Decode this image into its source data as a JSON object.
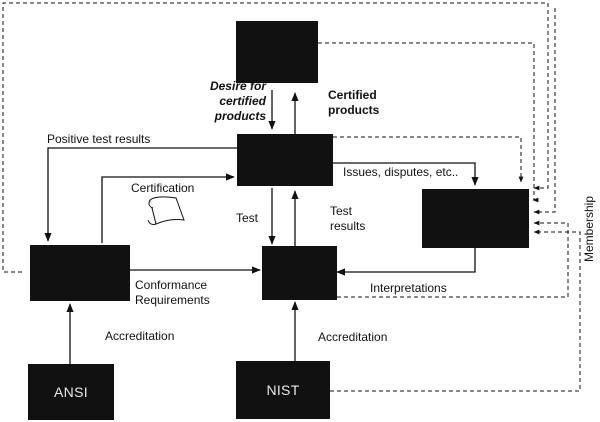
{
  "boxes": {
    "top": "",
    "vendors": "",
    "cert_board": "",
    "cert_body": "",
    "test_lab": "",
    "ansi": "ANSI",
    "nist": "NIST"
  },
  "labels": {
    "desire": "Desire for\ncertified\nproducts",
    "certified_products": "Certified\nproducts",
    "positive_results": "Positive test results",
    "certification": "Certification",
    "issues": "Issues, disputes, etc..",
    "test": "Test",
    "test_results": "Test\nresults",
    "conformance": "Conformance\nRequirements",
    "interpretations": "Interpretations",
    "accreditation_ansi": "Accreditation",
    "accreditation_nist": "Accreditation",
    "membership": "Membership"
  }
}
